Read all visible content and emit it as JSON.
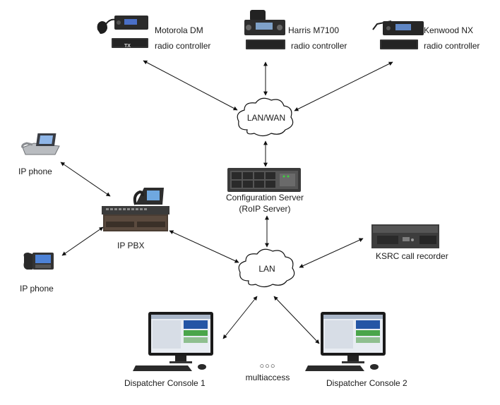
{
  "radios": [
    {
      "name": "Motorola DM",
      "role": "radio controller"
    },
    {
      "name": "Harris M7100",
      "role": "radio controller"
    },
    {
      "name": "Kenwood NX",
      "role": "radio controller"
    }
  ],
  "clouds": {
    "wan": "LAN/WAN",
    "lan": "LAN"
  },
  "server": {
    "line1": "Configuration Server",
    "line2": "(RoIP Server)"
  },
  "pbx": "IP PBX",
  "phones": [
    "IP phone",
    "IP phone"
  ],
  "recorder": "KSRC call recorder",
  "consoles": [
    "Dispatcher Console 1",
    "Dispatcher Console 2"
  ],
  "multiaccess": {
    "dots": "○○○",
    "label": "multiaccess"
  },
  "device_badge": "TX"
}
